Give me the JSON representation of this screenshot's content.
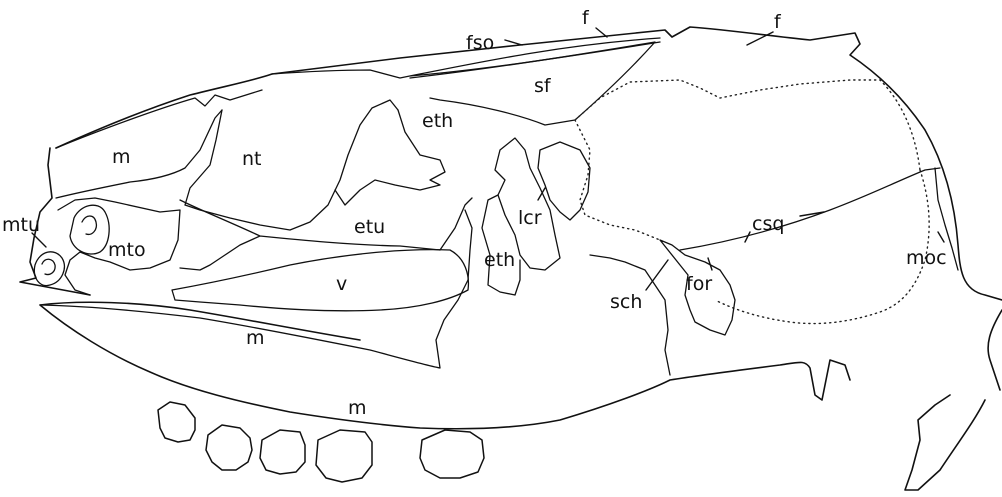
{
  "labels": {
    "fso": "fso",
    "f_left": "f",
    "f_right": "f",
    "sf": "sf",
    "eth_upper": "eth",
    "m_upper": "m",
    "nt": "nt",
    "mtu": "mtu",
    "mto": "mto",
    "etu": "etu",
    "lcr": "lcr",
    "csq": "csq",
    "moc": "moc",
    "eth_lower": "eth",
    "v": "v",
    "sch": "sch",
    "for": "for",
    "m_middle": "m",
    "m_lower": "m"
  },
  "colors": {
    "ink": "#111111",
    "paper": "#ffffff"
  }
}
